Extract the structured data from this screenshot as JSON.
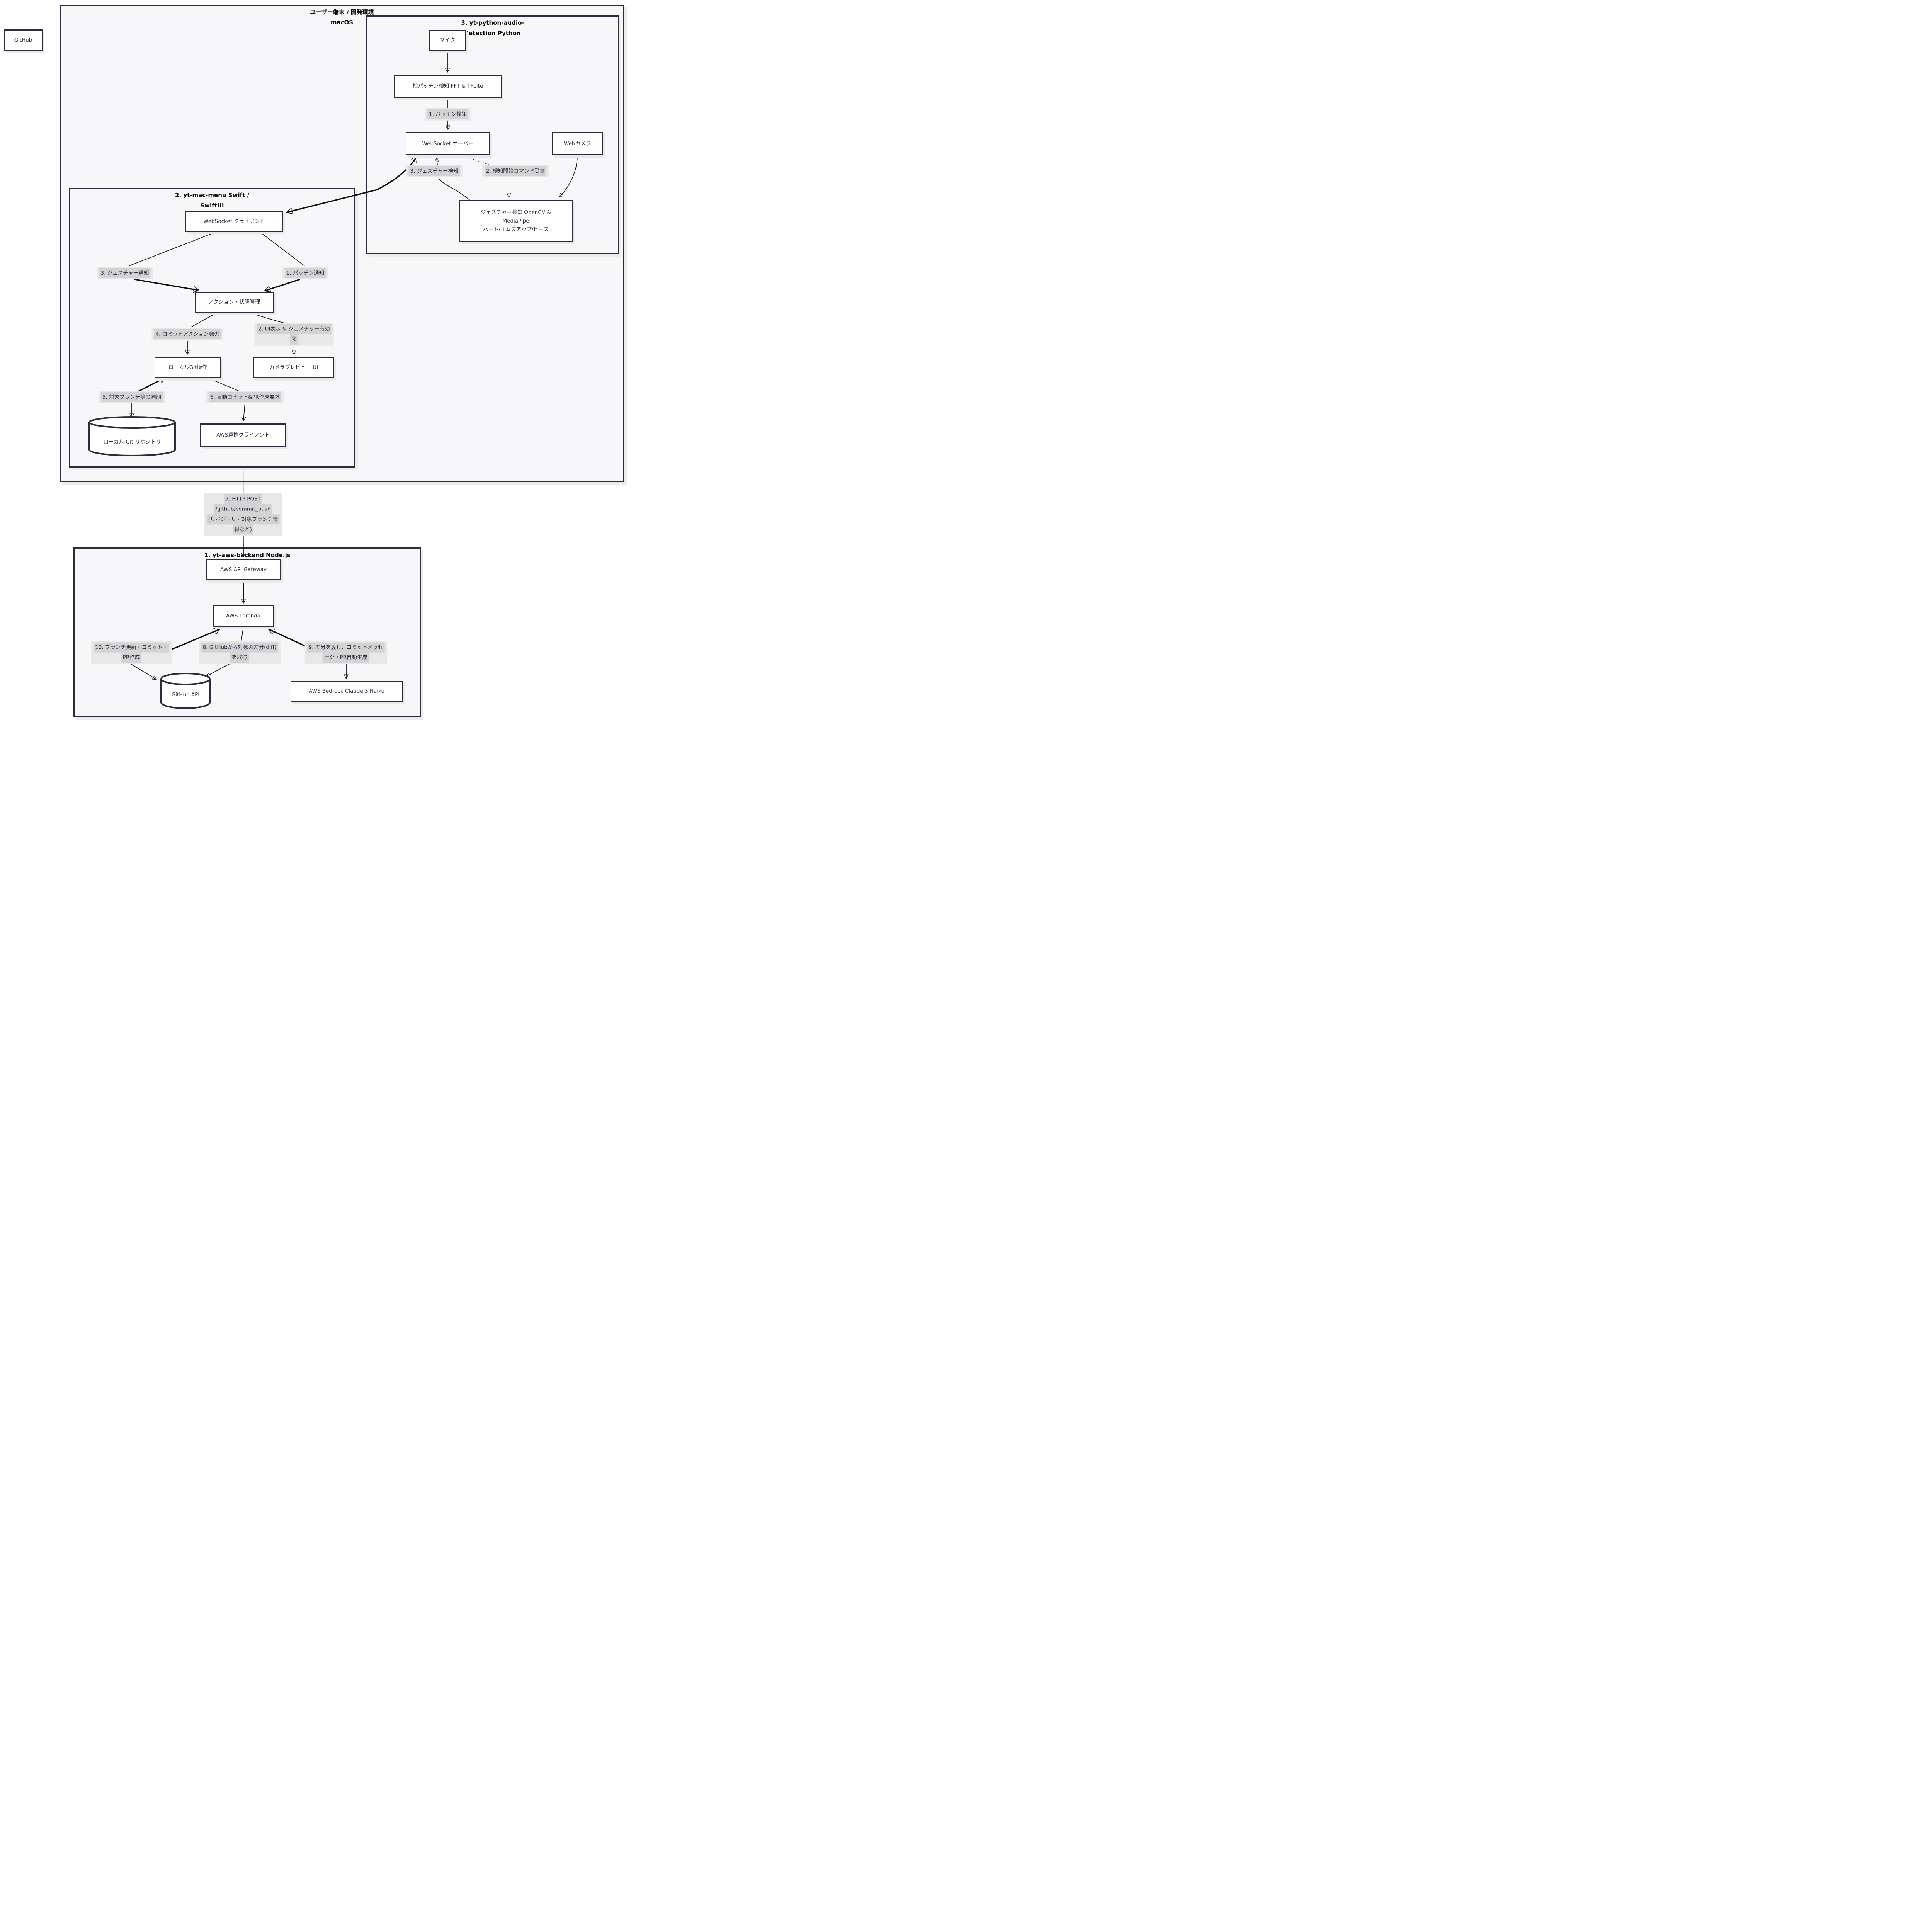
{
  "diagram": {
    "outer": {
      "title_line1": "ユーザー端末 / 開発環境",
      "title_line2": "macOS"
    },
    "sg_python": {
      "title_line1": "3. yt-python-audio-",
      "title_line2": "detection Python"
    },
    "sg_mac": {
      "title_line1": "2. yt-mac-menu Swift /",
      "title_line2": "SwiftUI"
    },
    "sg_aws": {
      "title": "1. yt-aws-backend Node.js"
    },
    "nodes": {
      "github": "GitHub",
      "mic": "マイク",
      "fft": "指パッチン検知 FFT & TFLite",
      "ws_server": "WebSocket サーバー",
      "webcam": "Webカメラ",
      "gesture": {
        "line1": "ジェスチャー検知 OpenCV &",
        "line2": "MediaPipe",
        "line3": "ハート/サムズアップ/ピース"
      },
      "ws_client": "WebSocket クライアント",
      "action": "アクション・状態管理",
      "local_git_ops": "ローカルGit操作",
      "camera_preview": "カメラプレビュー UI",
      "local_repo": "ローカル Git リポジトリ",
      "aws_client": "AWS連携クライアント",
      "api_gateway": "AWS API Gateway",
      "lambda": "AWS Lambda",
      "github_api": "GitHub API",
      "bedrock": "AWS Bedrock Claude 3 Haiku"
    },
    "edge_labels": {
      "e1": "1. パッチン検知",
      "e2": "2. 検知開始コマンド受信",
      "e3": "3. ジェスチャー検知",
      "n3": "3. ジェスチャー通知",
      "n1": "1. パッチン通知",
      "n4": "4. コミットアクション発火",
      "n2": {
        "line1": "2. UI表示 & ジェスチャー有効",
        "line2": "化"
      },
      "n5": "5. 対象ブランチ等の同期",
      "n6": "6. 自動コミット&PR作成要求",
      "n7": {
        "line1": "7. HTTP POST",
        "line2": "/github/commit_push",
        "line3": "(リポジトリ・対象ブランチ情",
        "line4": "報など)"
      },
      "n10": {
        "line1": "10. ブランチ更新・コミット・",
        "line2": "PR作成"
      },
      "n8": {
        "line1": "8. GitHubから対象の差分(diff)",
        "line2": "を取得"
      },
      "n9": {
        "line1": "9. 差分を渡し、コミットメッセ",
        "line2": "ージ・PR自動生成"
      }
    },
    "colors": {
      "border": "#2b2b40",
      "node_bg": "#ffffff",
      "container_bg": "#f7f7fa",
      "label_bg": "#d3d3d3",
      "label_outer_bg": "#e8e8e8",
      "edge": "#0f0f0f",
      "text": "#2d2d44",
      "shadow": "#ececec"
    }
  }
}
